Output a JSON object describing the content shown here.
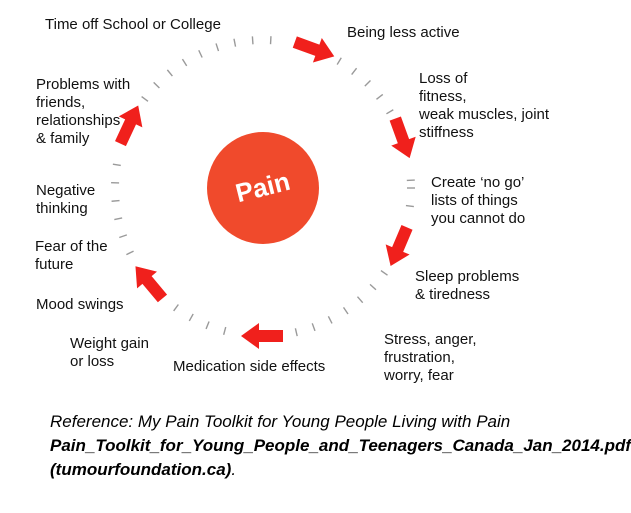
{
  "center": {
    "label": "Pain",
    "color": "#f04a2c"
  },
  "arrow_color": "#f0201c",
  "items": [
    {
      "id": "time-off-school",
      "lines": [
        "Time off School or College"
      ]
    },
    {
      "id": "being-less-active",
      "lines": [
        "Being less active"
      ]
    },
    {
      "id": "loss-of-fitness",
      "lines": [
        "Loss of",
        "fitness,",
        "weak muscles, joint",
        "stiffness"
      ]
    },
    {
      "id": "create-no-go",
      "lines": [
        "Create ‘no go’",
        "lists of things",
        "you cannot do"
      ]
    },
    {
      "id": "sleep-problems",
      "lines": [
        "Sleep problems",
        "& tiredness"
      ]
    },
    {
      "id": "stress-anger",
      "lines": [
        "Stress, anger,",
        "frustration,",
        "worry, fear"
      ]
    },
    {
      "id": "medication-side-effects",
      "lines": [
        "Medication side effects"
      ]
    },
    {
      "id": "weight-gain",
      "lines": [
        "Weight gain",
        "or loss"
      ]
    },
    {
      "id": "mood-swings",
      "lines": [
        "Mood swings"
      ]
    },
    {
      "id": "fear-of-future",
      "lines": [
        "Fear of the",
        "future"
      ]
    },
    {
      "id": "negative-thinking",
      "lines": [
        "Negative",
        "thinking"
      ]
    },
    {
      "id": "problems-with-friends",
      "lines": [
        "Problems with",
        "friends,",
        "relationships",
        "& family"
      ]
    }
  ],
  "reference": {
    "line1": "Reference: My Pain Toolkit for Young People Living with Pain",
    "bold": "Pain_Toolkit_for_Young_People_and_Teenagers_Canada_Jan_2014.pdf (tumourfoundation.ca)",
    "end": "."
  }
}
